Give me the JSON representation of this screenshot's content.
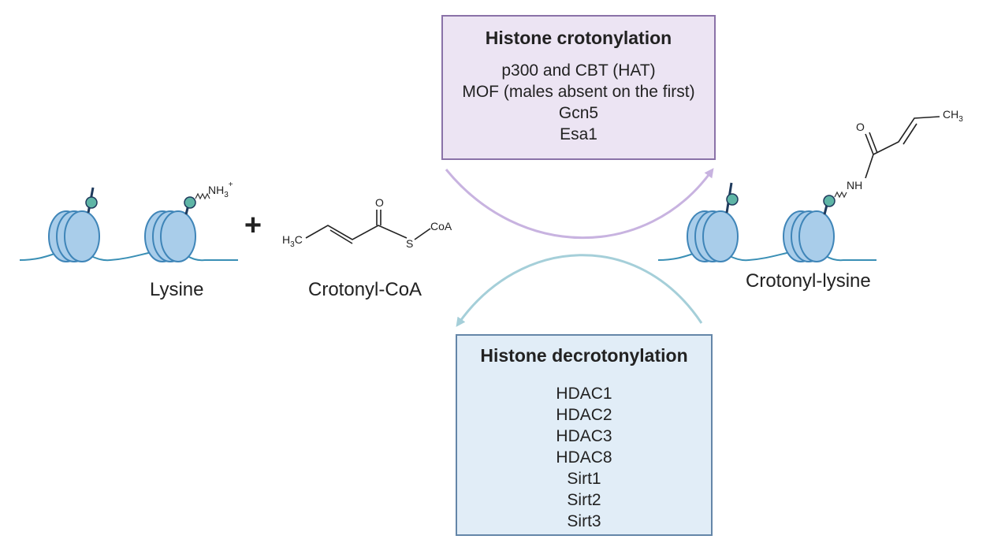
{
  "crotonylation_box": {
    "title": "Histone crotonylation",
    "enzymes": [
      "p300 and CBT (HAT)",
      "MOF (males absent on the first)",
      "Gcn5",
      "Esa1"
    ]
  },
  "decrotonylation_box": {
    "title": "Histone decrotonylation",
    "enzymes": [
      "HDAC1",
      "HDAC2",
      "HDAC3",
      "HDAC8",
      "Sirt1",
      "Sirt2",
      "Sirt3"
    ]
  },
  "labels": {
    "lysine": "Lysine",
    "crotonyl_coa": "Crotonyl-CoA",
    "crotonyl_lysine": "Crotonyl-lysine",
    "plus": "+"
  },
  "chem": {
    "nh3": "NH",
    "nh3_sub": "3",
    "nh3_sup": "+",
    "h3c": "H",
    "h3c_sub": "3",
    "h3c_c": "C",
    "o": "O",
    "s": "S",
    "coa": "CoA",
    "nh": "NH",
    "ch3": "CH",
    "ch3_sub": "3"
  },
  "colors": {
    "dna": "#3a8fb5",
    "nucleosome_fill": "#a9cdea",
    "nucleosome_stroke": "#3f85b8",
    "tail": "#1f3a5c",
    "tail_bead": "#5fb5a6",
    "crotonylation_arrow": "#c8b3e0",
    "decrotonylation_arrow": "#a5cfd9"
  }
}
